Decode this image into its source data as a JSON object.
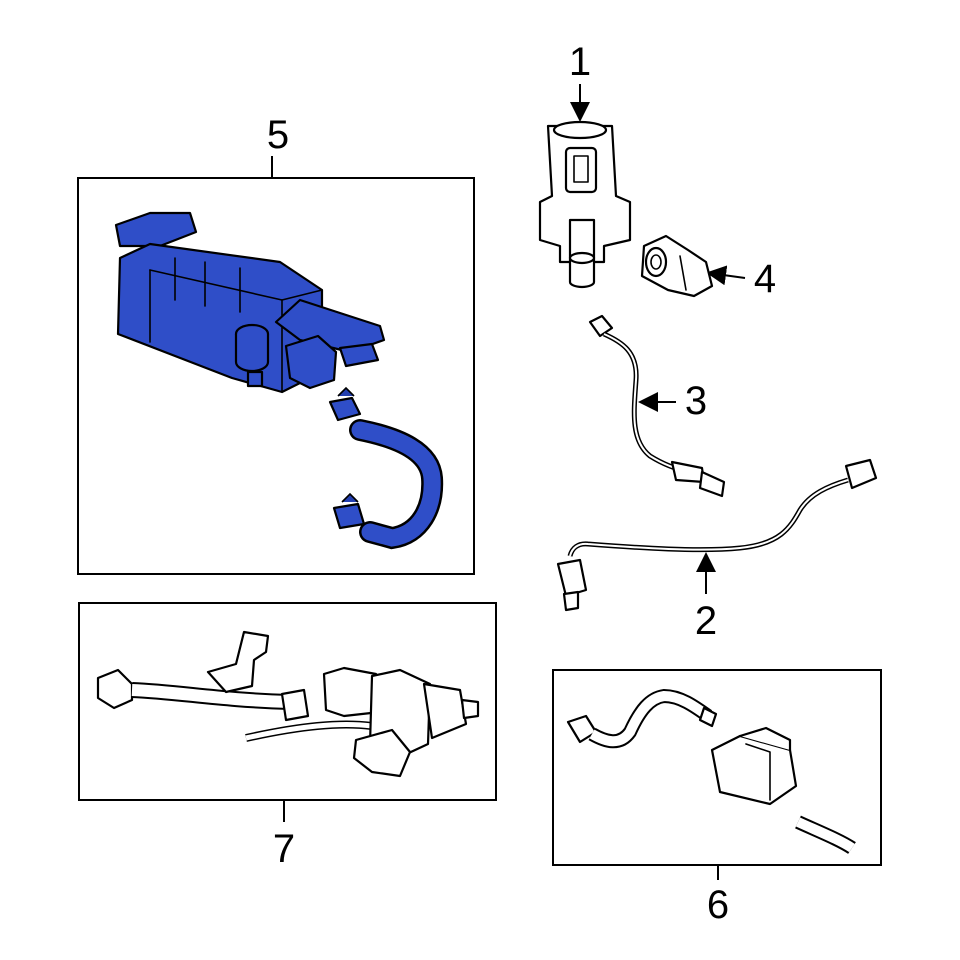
{
  "callouts": [
    {
      "id": "1",
      "label": "1"
    },
    {
      "id": "2",
      "label": "2"
    },
    {
      "id": "3",
      "label": "3"
    },
    {
      "id": "4",
      "label": "4"
    },
    {
      "id": "5",
      "label": "5"
    },
    {
      "id": "6",
      "label": "6"
    },
    {
      "id": "7",
      "label": "7"
    }
  ],
  "colors": {
    "highlight": "#2f4ec8",
    "outline": "#000000",
    "background": "#ffffff"
  }
}
